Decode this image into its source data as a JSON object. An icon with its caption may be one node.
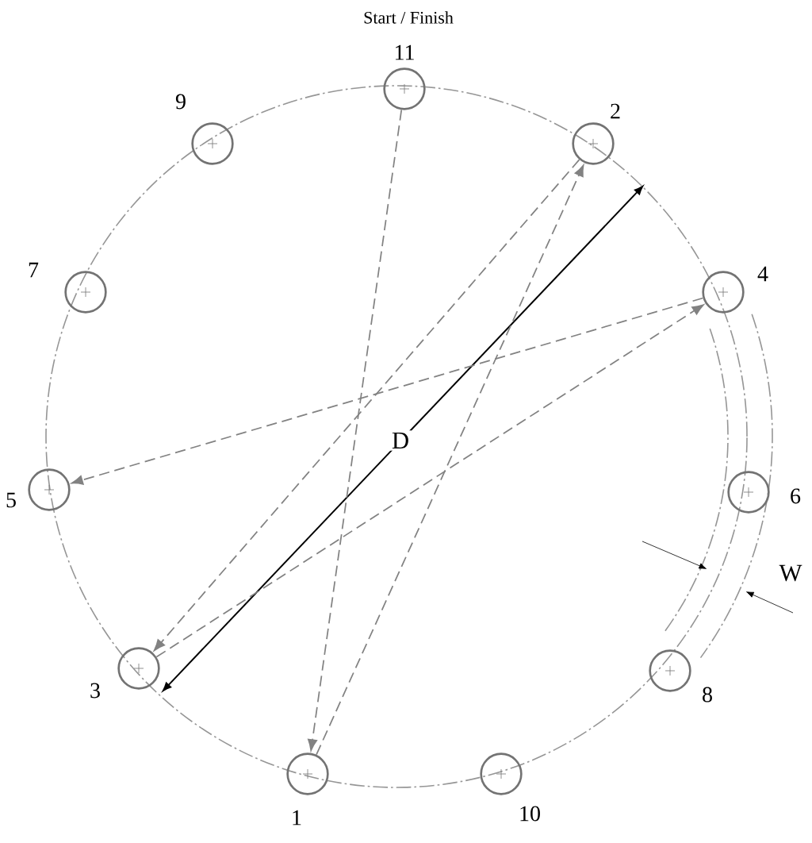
{
  "diagram": {
    "nodes": [
      {
        "text": [],
        "shape": "circle",
        "beside": [
          "Start / Finish",
          "11"
        ]
      },
      {
        "text": [],
        "shape": "circle",
        "beside": [
          "9"
        ]
      },
      {
        "text": [],
        "shape": "circle",
        "beside": [
          "2"
        ]
      },
      {
        "text": [],
        "shape": "circle",
        "beside": [
          "7"
        ]
      },
      {
        "text": [],
        "shape": "circle",
        "beside": [
          "4"
        ]
      },
      {
        "text": [],
        "shape": "circle",
        "beside": [
          "5"
        ]
      },
      {
        "text": [],
        "shape": "circle",
        "beside": [
          "6"
        ]
      },
      {
        "text": [],
        "shape": "circle",
        "beside": [
          "3"
        ]
      },
      {
        "text": [],
        "shape": "circle",
        "beside": [
          "8"
        ]
      },
      {
        "text": [],
        "shape": "circle",
        "beside": [
          "1"
        ]
      },
      {
        "text": [],
        "shape": "circle",
        "beside": [
          "10"
        ]
      }
    ],
    "edges": [
      {
        "from": 0,
        "to": 9,
        "arrow": "to"
      },
      {
        "from": 9,
        "to": 2,
        "arrow": "to"
      },
      {
        "from": 2,
        "to": 7,
        "arrow": "to"
      },
      {
        "from": 7,
        "to": 4,
        "arrow": "to"
      },
      {
        "from": 4,
        "to": 5,
        "arrow": "to"
      }
    ],
    "labels": [
      "D",
      "W"
    ]
  }
}
